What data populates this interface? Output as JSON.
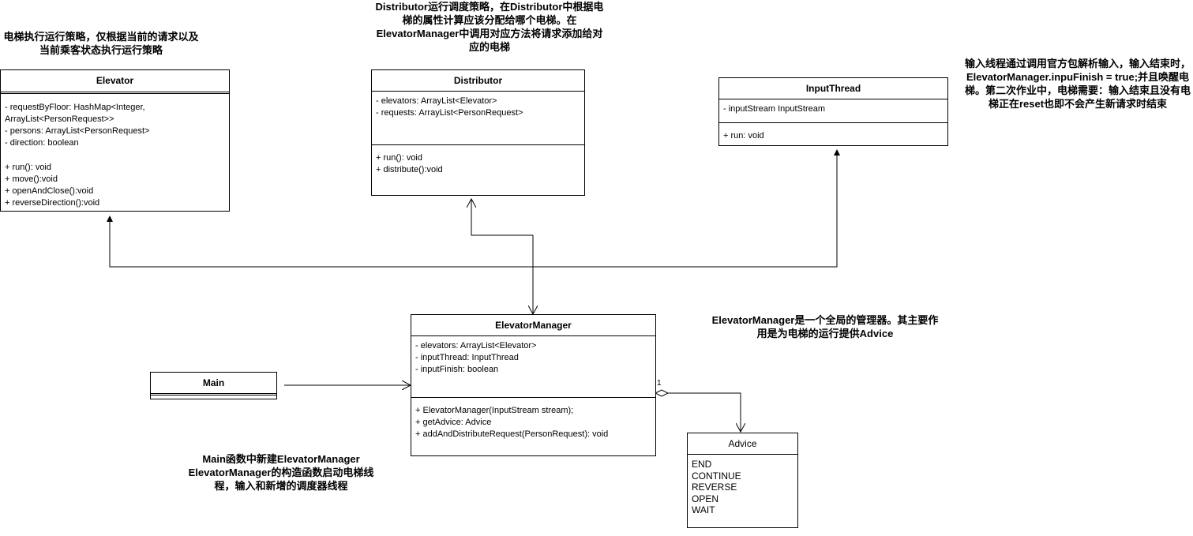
{
  "notes": {
    "elevator_note": "电梯执行运行策略，仅根据当前的请求以及当前乘客状态执行运行策略",
    "distributor_note": "Distributor运行调度策略，在Distributor中根据电梯的属性计算应该分配给哪个电梯。在ElevatorManager中调用对应方法将请求添加给对应的电梯",
    "inputthread_note": "输入线程通过调用官方包解析输入，输入结束时，ElevatorManager.inpuFinish = true;并且唤醒电梯。第二次作业中，电梯需要：输入结束且没有电梯正在reset也即不会产生新请求时结束",
    "manager_note": "ElevatorManager是一个全局的管理器。其主要作用是为电梯的运行提供Advice",
    "main_note": "Main函数中新建ElevatorManager ElevatorManager的构造函数启动电梯线程，输入和新增的调度器线程"
  },
  "classes": {
    "elevator": {
      "name": "Elevator",
      "fields": "- requestByFloor: HashMap<Integer,\nArrayList<PersonRequest>>\n- persons: ArrayList<PersonRequest>\n- direction: boolean",
      "methods": "+ run(): void\n+ move():void\n+ openAndClose():void\n+ reverseDirection():void"
    },
    "distributor": {
      "name": "Distributor",
      "fields": "- elevators: ArrayList<Elevator>\n- requests: ArrayList<PersonRequest>",
      "methods": "+ run(): void\n+ distribute():void"
    },
    "inputthread": {
      "name": "InputThread",
      "fields": "- inputStream InputStream",
      "methods": "+ run: void"
    },
    "manager": {
      "name": "ElevatorManager",
      "fields": "- elevators: ArrayList<Elevator>\n- inputThread: InputThread\n- inputFinish: boolean",
      "methods": "+ ElevatorManager(InputStream stream);\n+ getAdvice: Advice\n+ addAndDistributeRequest(PersonRequest): void"
    },
    "main": {
      "name": "Main"
    },
    "advice": {
      "name": "Advice",
      "values": "END\nCONTINUE\nREVERSE\nOPEN\nWAIT"
    }
  },
  "associations": {
    "manager_advice_multiplicity": "1"
  }
}
